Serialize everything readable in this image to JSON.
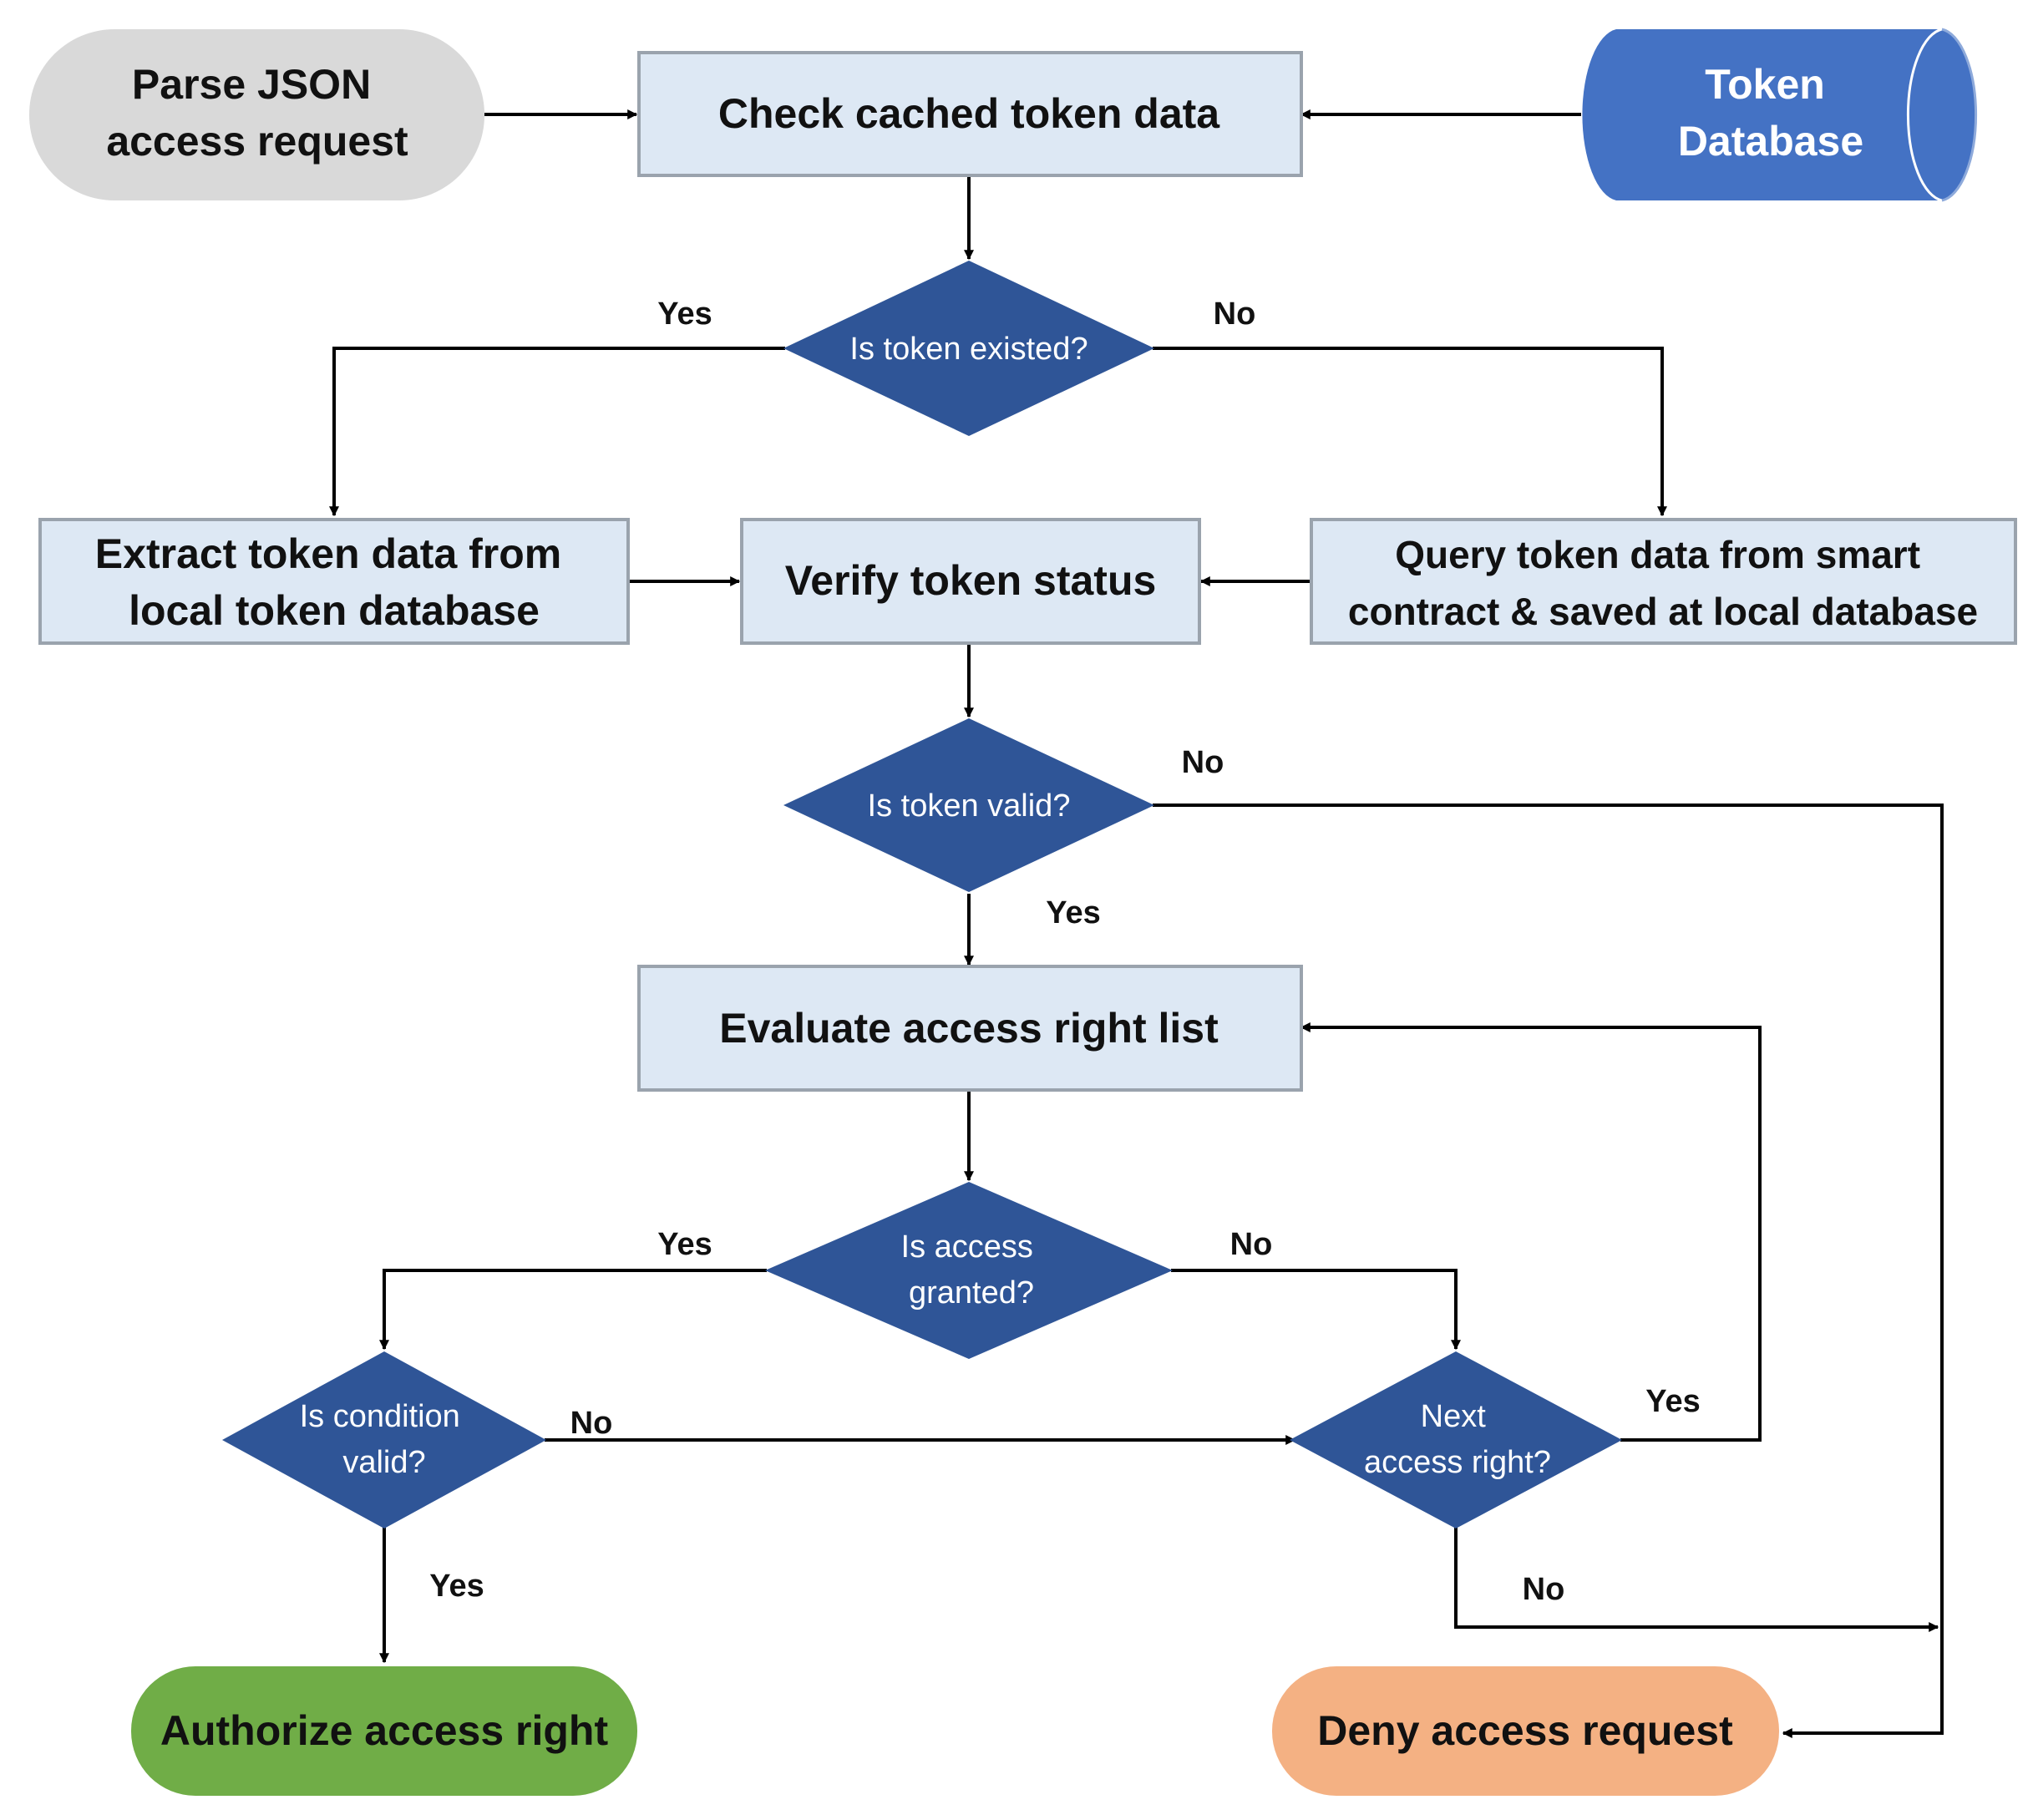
{
  "nodes": {
    "parse": {
      "lines": [
        "Parse JSON",
        "access request"
      ]
    },
    "check": {
      "lines": [
        "Check cached token data"
      ]
    },
    "db": {
      "lines": [
        "Token",
        "Database"
      ]
    },
    "exists": {
      "lines": [
        "Is token existed?"
      ]
    },
    "extract": {
      "lines": [
        "Extract token data from",
        "local token database"
      ]
    },
    "verify": {
      "lines": [
        "Verify token status"
      ]
    },
    "query": {
      "lines": [
        "Query token data from smart",
        "contract & saved at local database"
      ]
    },
    "valid": {
      "lines": [
        "Is token valid?"
      ]
    },
    "evaluate": {
      "lines": [
        "Evaluate access right list"
      ]
    },
    "granted": {
      "lines": [
        "Is access",
        "granted?"
      ]
    },
    "condition": {
      "lines": [
        "Is condition",
        "valid?"
      ]
    },
    "next": {
      "lines": [
        "Next",
        "access right?"
      ]
    },
    "authorize": {
      "lines": [
        "Authorize access right"
      ]
    },
    "deny": {
      "lines": [
        "Deny access request"
      ]
    }
  },
  "edge_labels": {
    "exists_yes": "Yes",
    "exists_no": "No",
    "valid_no": "No",
    "valid_yes": "Yes",
    "granted_yes": "Yes",
    "granted_no": "No",
    "condition_no": "No",
    "condition_yes": "Yes",
    "next_yes": "Yes",
    "next_no": "No"
  },
  "colors": {
    "process_fill": "#dde8f4",
    "process_stroke": "#9aa3ad",
    "decision_fill": "#2f5597",
    "database_fill": "#4472c4",
    "start_fill": "#d9d9d9",
    "authorize_fill": "#70ad47",
    "deny_fill": "#f4b183",
    "line": "#000000"
  }
}
